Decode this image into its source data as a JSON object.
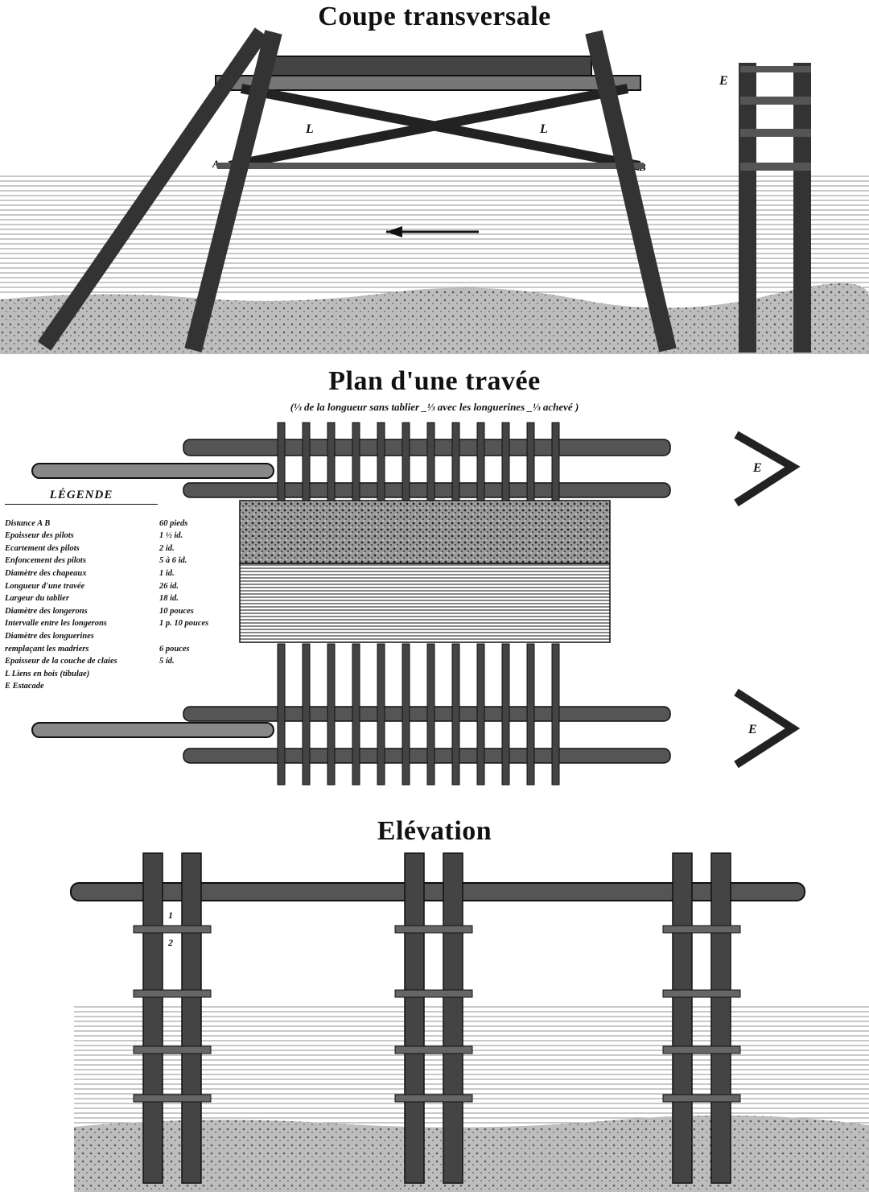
{
  "sections": {
    "cross_section": {
      "title": "Coupe transversale",
      "labels": {
        "L_left": "L",
        "L_right": "L",
        "A": "A",
        "B": "B",
        "E": "E"
      }
    },
    "plan": {
      "title": "Plan d'une travée",
      "subtitle": "(⅓ de la longueur sans tablier _⅓ avec les longuerines _⅓ achevé )",
      "labels": {
        "E_top": "E",
        "E_bottom": "E"
      }
    },
    "elevation": {
      "title": "Elévation",
      "marks": [
        "1",
        "2"
      ]
    }
  },
  "legend": {
    "title": "LÉGENDE",
    "rows": [
      {
        "label": "Distance A B",
        "value": "60 pieds"
      },
      {
        "label": "Epaisseur des pilots",
        "value": "1 ½ id."
      },
      {
        "label": "Ecartement des pilots",
        "value": "2 id."
      },
      {
        "label": "Enfoncement des pilots",
        "value": "5 à 6 id."
      },
      {
        "label": "Diamètre des chapeaux",
        "value": "1 id."
      },
      {
        "label": "Longueur d'une travée",
        "value": "26 id."
      },
      {
        "label": "Largeur du tablier",
        "value": "18 id."
      },
      {
        "label": "Diamètre des longerons",
        "value": "10 pouces"
      },
      {
        "label": "Intervalle entre les longerons",
        "value": "1 p. 10 pouces"
      },
      {
        "label": "Diamètre des longuerines",
        "value": ""
      },
      {
        "label": "remplaçant les madriers",
        "value": "6 pouces"
      },
      {
        "label": "Epaisseur de la couche de claies",
        "value": "5 id."
      },
      {
        "label": "L Liens en bois (tibulae)",
        "value": ""
      },
      {
        "label": "E Estacade",
        "value": ""
      }
    ]
  },
  "colors": {
    "ink": "#111111",
    "paper": "#ffffff",
    "water": "#e8e8e8"
  }
}
